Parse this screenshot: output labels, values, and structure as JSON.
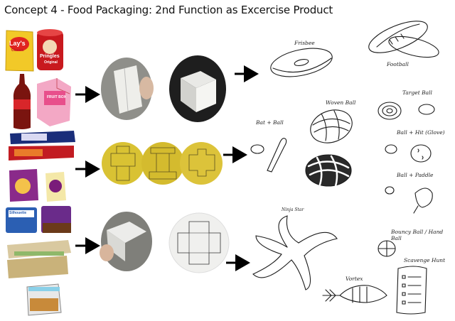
{
  "title": "Concept 4 - Food Packaging: 2nd Function as Excercise Product",
  "products": {
    "lays_label": "Lay's",
    "lays_sub": "Classic",
    "pringles_label": "Pringles",
    "pringles_sub": "Original",
    "fruit_box_label": "FRUIT BOX",
    "silhouette_label": "Silhouette"
  },
  "sketch_labels": {
    "frisbee": "Frisbee",
    "football": "Football",
    "target_ball": "Target Ball",
    "bat_ball": "Bat + Ball",
    "woven_ball": "Woven Ball",
    "ball_hit": "Ball + Hit (Glove)",
    "ball_paddle": "Ball + Paddle",
    "ninja_star": "Ninja Star",
    "bouncy_ball": "Bouncy Ball / Hand Ball",
    "vortex": "Vortex",
    "scavenger_hunt": "Scavenge Hunt"
  },
  "colors": {
    "arrow": "#000000",
    "sketch_line": "#1a1a1a",
    "yellow_circle": "#d9c233"
  }
}
